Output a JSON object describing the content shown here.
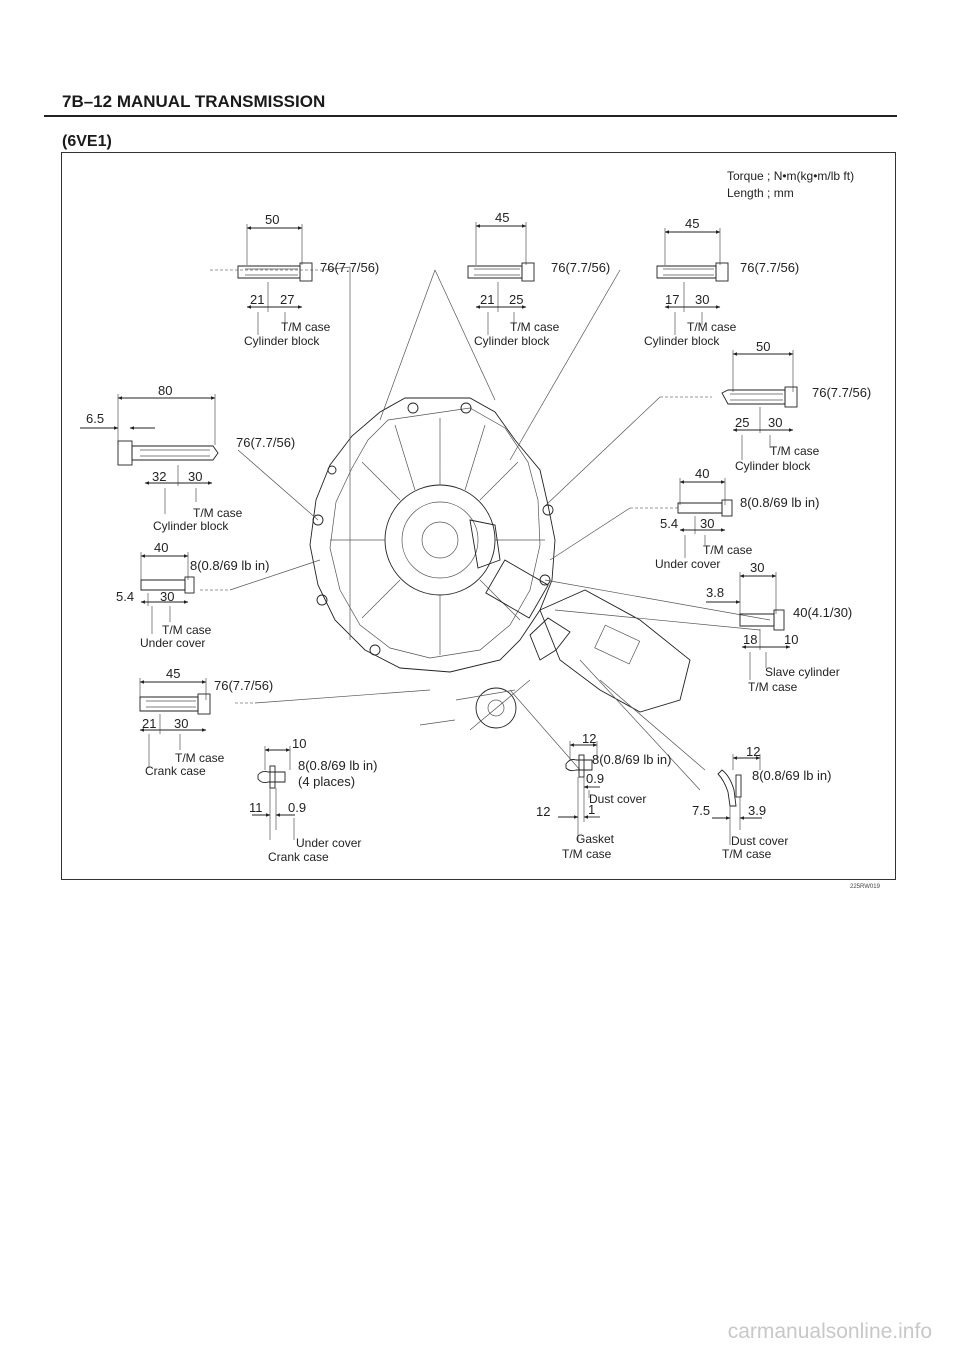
{
  "header": {
    "title": "7B–12  MANUAL TRANSMISSION",
    "variant": "(6VE1)"
  },
  "legend": {
    "torque": "Torque ; N•m(kg•m/lb ft)",
    "length": "Length ; mm"
  },
  "bolts": {
    "b1": {
      "length": "50",
      "torque": "76(7.7/56)",
      "d1": "21",
      "d2": "27",
      "l1": "T/M case",
      "l2": "Cylinder block"
    },
    "b2": {
      "length": "45",
      "torque": "76(7.7/56)",
      "d1": "21",
      "d2": "25",
      "l1": "T/M case",
      "l2": "Cylinder block"
    },
    "b3": {
      "length": "45",
      "torque": "76(7.7/56)",
      "d1": "17",
      "d2": "30",
      "l1": "T/M case",
      "l2": "Cylinder block"
    },
    "b4": {
      "length": "50",
      "torque": "76(7.7/56)",
      "d1": "25",
      "d2": "30",
      "l1": "T/M case",
      "l2": "Cylinder block"
    },
    "b5": {
      "length": "80",
      "offset": "6.5",
      "torque": "76(7.7/56)",
      "d1": "32",
      "d2": "30",
      "l1": "T/M case",
      "l2": "Cylinder block"
    },
    "b6": {
      "length": "40",
      "torque": "8(0.8/69 lb in)",
      "d1": "5.4",
      "d2": "30",
      "l1": "T/M case",
      "l2": "Under cover"
    },
    "b7": {
      "length": "40",
      "torque": "8(0.8/69 lb in)",
      "d1": "5.4",
      "d2": "30",
      "l1": "T/M case",
      "l2": "Under cover"
    },
    "b8": {
      "length": "30",
      "offset": "3.8",
      "torque": "40(4.1/30)",
      "d1": "18",
      "d2": "10",
      "l1": "Slave cylinder",
      "l2": "T/M case"
    },
    "b9": {
      "length": "45",
      "torque": "76(7.7/56)",
      "d1": "21",
      "d2": "30",
      "l1": "T/M case",
      "l2": "Crank case"
    },
    "b10": {
      "length": "10",
      "torque": "8(0.8/69 lb in)",
      "places": "(4 places)",
      "d1": "11",
      "d2": "0.9",
      "l1": "Under cover",
      "l2": "Crank case"
    },
    "b11": {
      "length": "12",
      "torque": "8(0.8/69 lb in)",
      "d0": "0.9",
      "d1": "12",
      "d2": "1",
      "l0": "Dust cover",
      "l1": "Gasket",
      "l2": "T/M case"
    },
    "b12": {
      "length": "12",
      "torque": "8(0.8/69 lb in)",
      "d1": "7.5",
      "d2": "3.9",
      "l1": "Dust cover",
      "l2": "T/M case"
    }
  },
  "figure_code": "225RW019",
  "watermark": "carmanualsonline.info"
}
